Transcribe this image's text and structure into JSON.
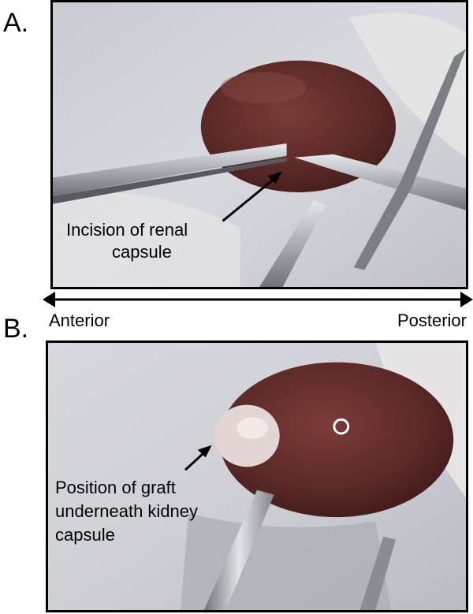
{
  "panels": [
    {
      "letter": "A.",
      "caption_lines": [
        "Incision of renal",
        "capsule"
      ]
    },
    {
      "letter": "B.",
      "caption_lines": [
        "Position of graft",
        "underneath kidney",
        "capsule"
      ]
    }
  ],
  "axis": {
    "left_label": "Anterior",
    "right_label": "Posterior"
  },
  "colors": {
    "kidney": "#5b2a28",
    "tissue": "#cfd0d6",
    "metal": "#a9adb3"
  }
}
